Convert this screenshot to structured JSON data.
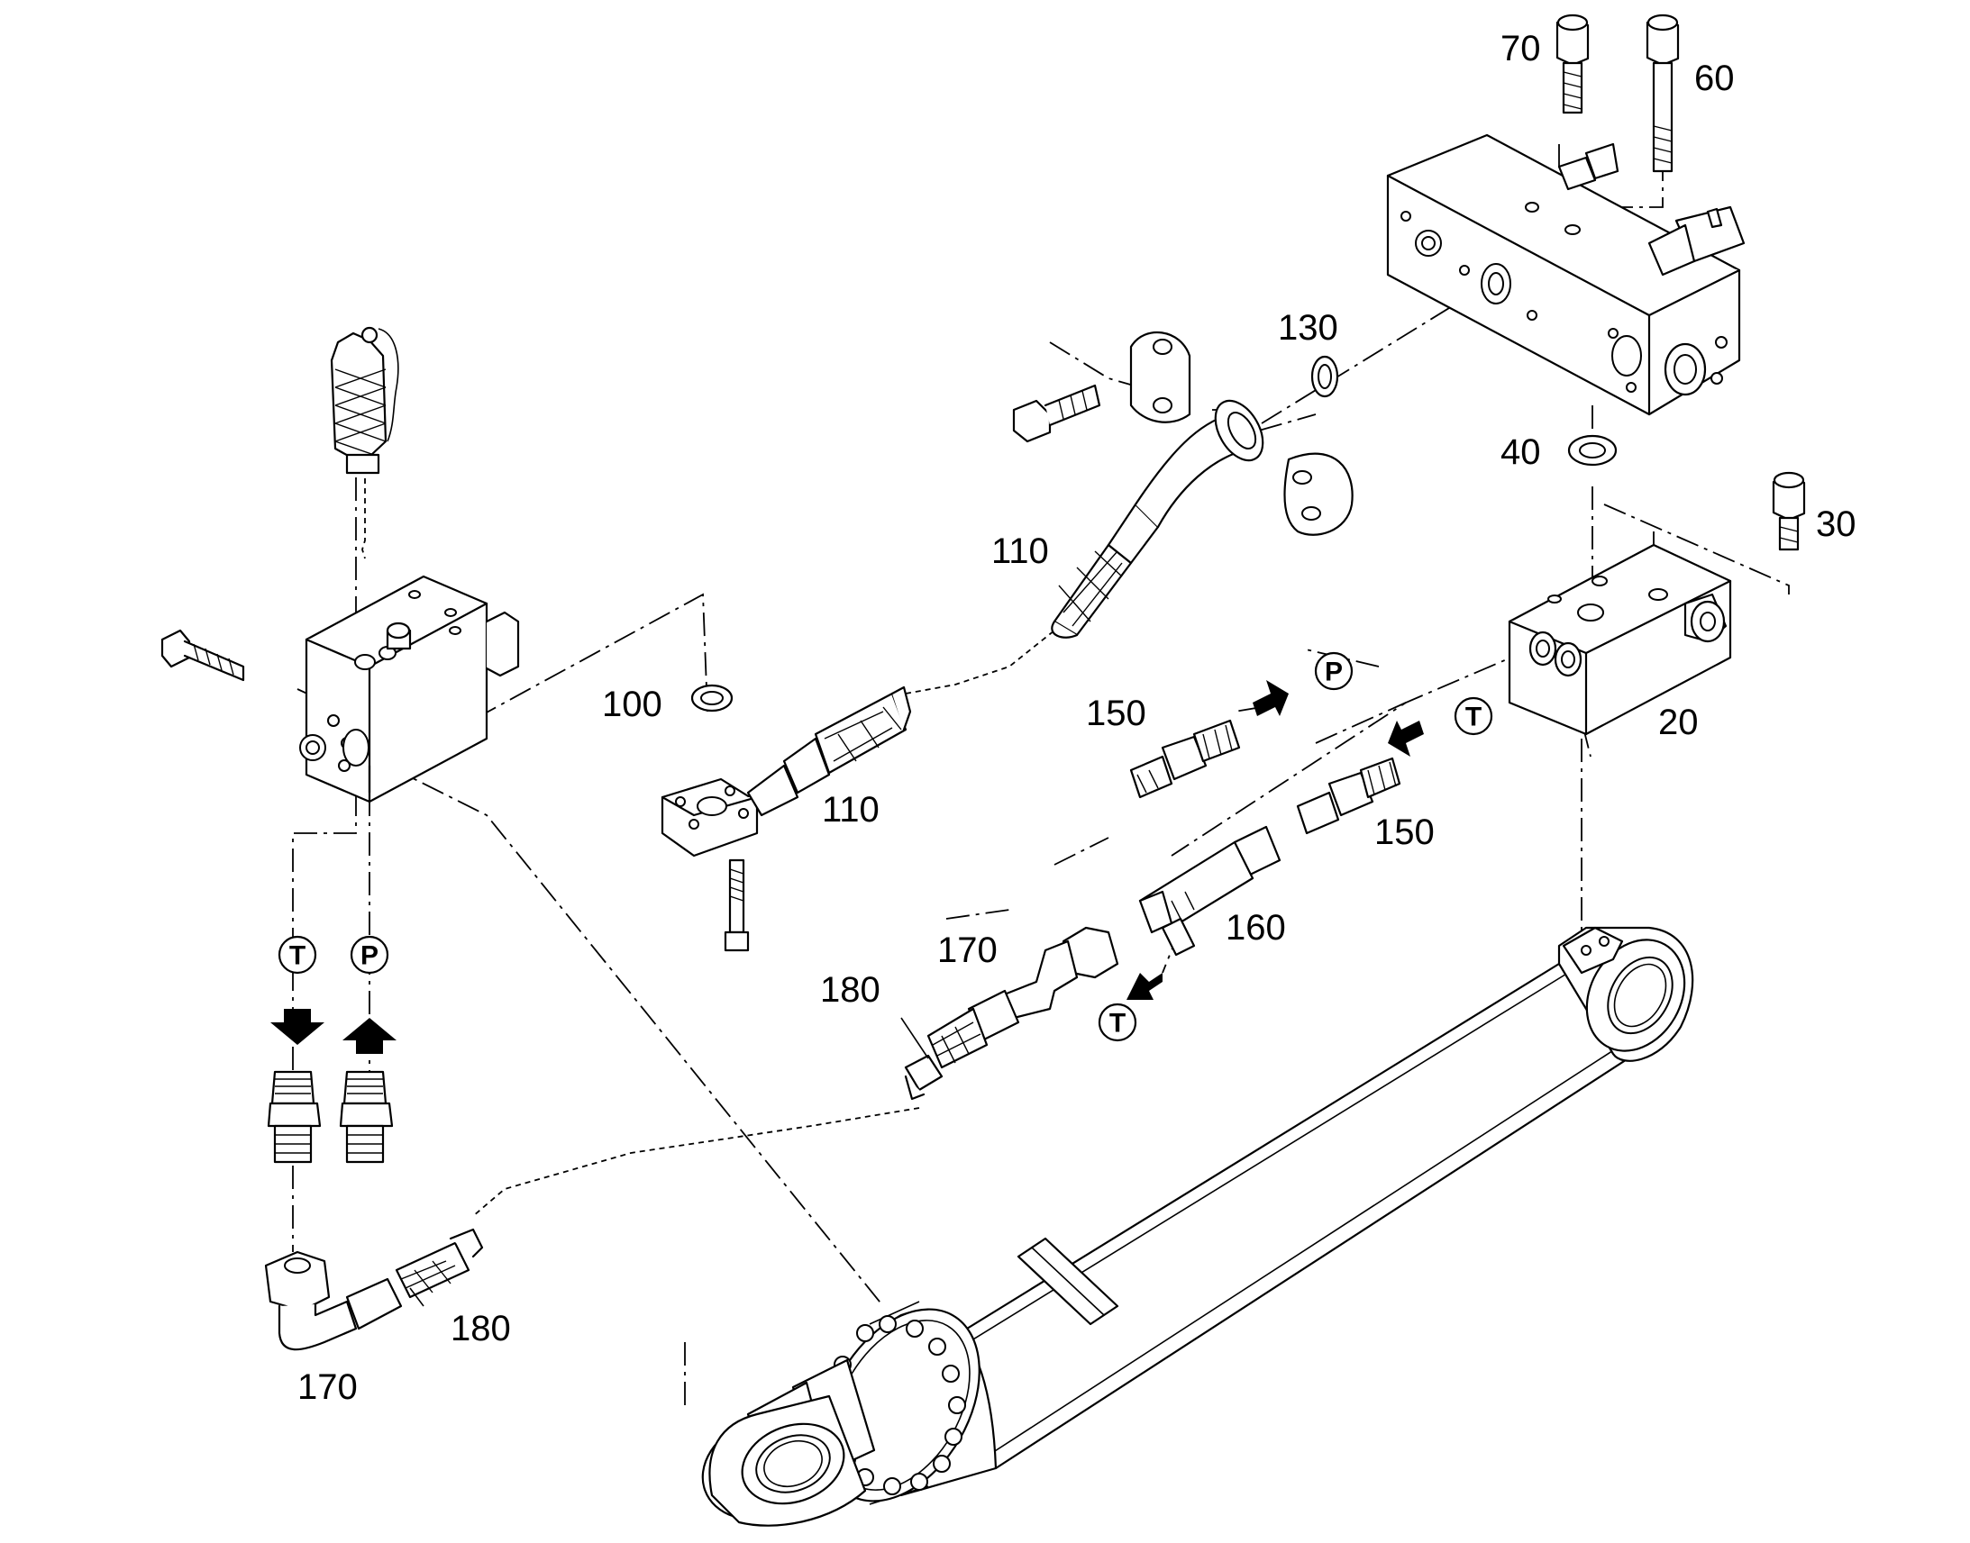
{
  "labels": {
    "p70": "70",
    "p60": "60",
    "p130": "130",
    "p40": "40",
    "p30": "30",
    "p110a": "110",
    "p110b": "110",
    "p100": "100",
    "p150a": "150",
    "p150b": "150",
    "p20": "20",
    "p160": "160",
    "p170a": "170",
    "p170b": "170",
    "p180a": "180",
    "p180b": "180"
  },
  "ports": {
    "pressure": "P",
    "tank": "T"
  }
}
